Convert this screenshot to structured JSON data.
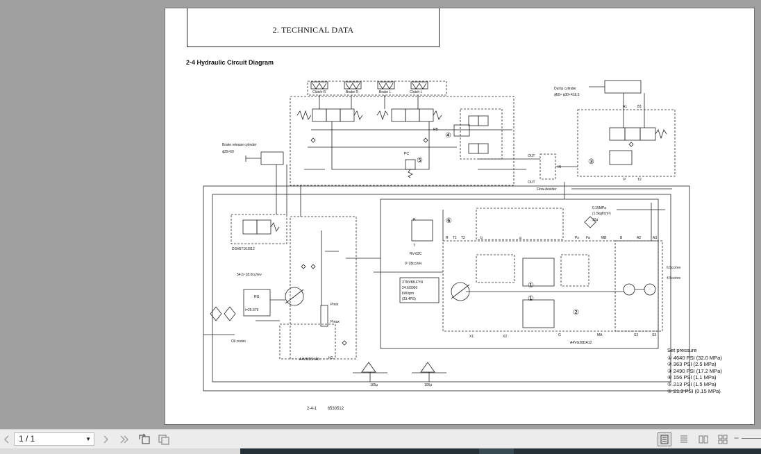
{
  "document": {
    "header_title": "2. TECHNICAL DATA",
    "section_title": "2-4 Hydraulic Circuit Diagram",
    "footer_page": "2-4-1",
    "footer_code": "6530512"
  },
  "diagram": {
    "labels": {
      "clutch_r": "Clutch R",
      "brake_r": "Brake R",
      "brake_l": "Brake L",
      "clutch_l": "Clutch L",
      "dump_cylinder": "Dump cylinder",
      "dump_dim": "ϕ60× ϕ30×418.5",
      "brake_release": "Brake release cylinder",
      "brake_release_dim": "ϕ35×60",
      "pb": "PB",
      "pc": "PC",
      "out1": "OUT",
      "out2": "OUT",
      "in": "IN",
      "flow_divider": "Flow-devider",
      "a1": "A1",
      "b1": "B1",
      "p": "P",
      "t2": "T2",
      "dsh": "DSH5T10J012",
      "rv": "RV-02C",
      "p2": "P",
      "t": "T",
      "disp1": "54.6~18.0cc/rev",
      "disp2": "0~28cc/rev",
      "rg": "RG",
      "ratio": "i=25.679",
      "oil_cooler": "Oil cooler",
      "pump_a4": "A4VG28DA12",
      "motor_a4": "A4VM55HA6",
      "r": "R",
      "t1": "T1",
      "t2b": "T2",
      "b": "b",
      "a": "a",
      "ps": "Ps",
      "fa": "Fa",
      "mb": "MB",
      "b_port": "B",
      "a2": "A2",
      "a3": "A3",
      "s2": "S2",
      "s3": "S3",
      "x1": "X1",
      "x2": "X2",
      "g": "G",
      "ma": "MA",
      "pmin": "Pmin",
      "pmax": "Pmax",
      "h1": "H1",
      "pilot_press": "0.15MPa",
      "pilot_press2": "(1.5kgf/cm²)",
      "filter_micron": "10μ",
      "pump_cc1": "6.5cc/rev",
      "pump_cc2": "4.5cc/rev",
      "engine1": "3TNV88-FYN",
      "engine2": "24.6/3000",
      "engine3": "kW/rpm",
      "engine4": "(33.4PS)",
      "strainer1": "105μ",
      "strainer2": "105μ"
    },
    "markers": {
      "m1a": "①",
      "m1b": "①",
      "m2": "②",
      "m3": "③",
      "m4": "④",
      "m5": "⑤",
      "m6": "⑥"
    }
  },
  "set_pressure": {
    "heading": "Set pressure",
    "items": [
      "① 4640 PSI (32.0 MPa)",
      "② 363 PSI (2.5 MPa)",
      "③ 2490 PSI (17.2 MPa)",
      "④ 156 PSI (1.1 MPa)",
      "⑤ 213 PSI (1.5 MPa)",
      "⑥ 21.3 PSI (0.15 MPa)"
    ]
  },
  "toolbar": {
    "prev_icon": "chevron-left-icon",
    "page_value": "1 / 1",
    "next_icon": "chevron-right-icon",
    "last_icon": "double-chevron-right-icon",
    "rotate_icon": "rotate-icon",
    "fit_icon": "fit-page-icon",
    "view_modes": [
      "single-page-icon",
      "continuous-icon",
      "two-page-icon",
      "two-page-continuous-icon"
    ],
    "zoom_icon": "zoom-minus-icon"
  },
  "colors": {
    "viewer_bg": "#a0a0a0",
    "page_bg": "#ffffff",
    "line": "#222222",
    "statusbar": "#ececec"
  }
}
